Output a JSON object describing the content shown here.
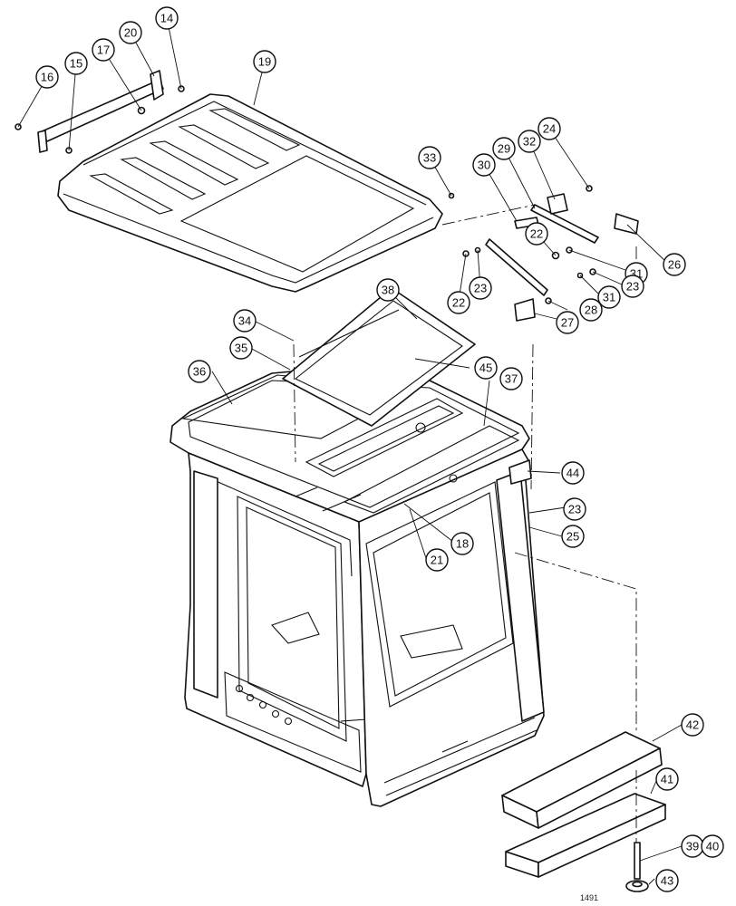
{
  "drawing_ref": "1491",
  "callouts": [
    {
      "id": "c16",
      "label": "16"
    },
    {
      "id": "c15",
      "label": "15"
    },
    {
      "id": "c17",
      "label": "17"
    },
    {
      "id": "c20",
      "label": "20"
    },
    {
      "id": "c14",
      "label": "14"
    },
    {
      "id": "c19",
      "label": "19"
    },
    {
      "id": "c33",
      "label": "33"
    },
    {
      "id": "c30",
      "label": "30"
    },
    {
      "id": "c29",
      "label": "29"
    },
    {
      "id": "c32",
      "label": "32"
    },
    {
      "id": "c24",
      "label": "24"
    },
    {
      "id": "c22a",
      "label": "22"
    },
    {
      "id": "c26",
      "label": "26"
    },
    {
      "id": "c31a",
      "label": "31"
    },
    {
      "id": "c23a",
      "label": "23"
    },
    {
      "id": "c22b",
      "label": "22"
    },
    {
      "id": "c23b",
      "label": "23"
    },
    {
      "id": "c31b",
      "label": "31"
    },
    {
      "id": "c28",
      "label": "28"
    },
    {
      "id": "c27",
      "label": "27"
    },
    {
      "id": "c38",
      "label": "38"
    },
    {
      "id": "c34",
      "label": "34"
    },
    {
      "id": "c35",
      "label": "35"
    },
    {
      "id": "c36",
      "label": "36"
    },
    {
      "id": "c45",
      "label": "45"
    },
    {
      "id": "c37",
      "label": "37"
    },
    {
      "id": "c44",
      "label": "44"
    },
    {
      "id": "c23c",
      "label": "23"
    },
    {
      "id": "c25",
      "label": "25"
    },
    {
      "id": "c18",
      "label": "18"
    },
    {
      "id": "c21",
      "label": "21"
    },
    {
      "id": "c42",
      "label": "42"
    },
    {
      "id": "c41",
      "label": "41"
    },
    {
      "id": "c39",
      "label": "39"
    },
    {
      "id": "c40",
      "label": "40"
    },
    {
      "id": "c43",
      "label": "43"
    }
  ]
}
